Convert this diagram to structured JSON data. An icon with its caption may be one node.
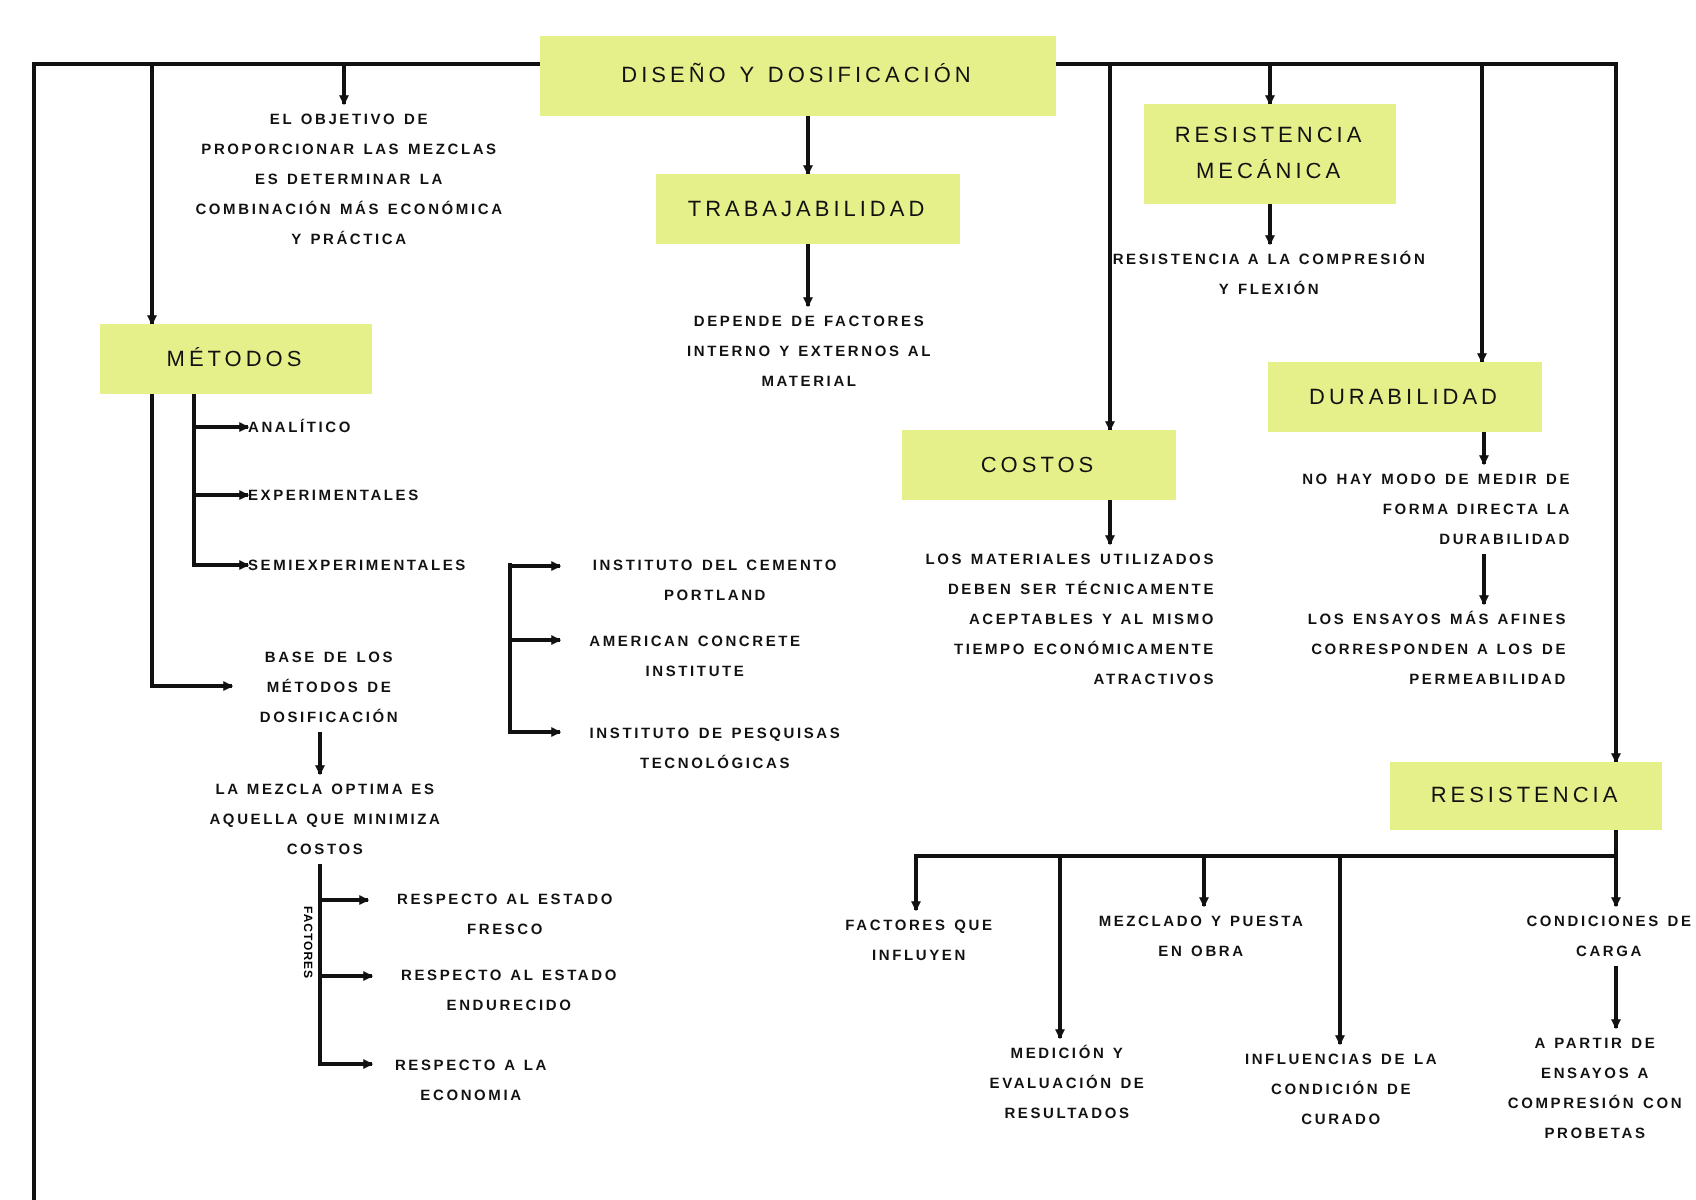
{
  "diagram": {
    "nodes": [
      {
        "text": [
          "DISEÑO Y DOSIFICACIÓN"
        ]
      },
      {
        "text": [
          "EL OBJETIVO DE PROPORCIONAR LAS MEZCLAS ES DETERMINAR LA COMBINACIÓN MÁS ECONÓMICA Y PRÁCTICA"
        ]
      },
      {
        "text": [
          "MÉTODOS"
        ]
      },
      {
        "text": [
          "TRABAJABILIDAD"
        ]
      },
      {
        "text": [
          "DEPENDE DE FACTORES INTERNO Y EXTERNOS AL MATERIAL"
        ]
      },
      {
        "text": [
          "RESISTENCIA MECÁNICA"
        ]
      },
      {
        "text": [
          "RESISTENCIA A LA COMPRESIÓN Y FLEXIÓN"
        ]
      },
      {
        "text": [
          "DURABILIDAD"
        ]
      },
      {
        "text": [
          "COSTOS"
        ]
      },
      {
        "text": [
          "NO HAY MODO DE MEDIR DE FORMA DIRECTA LA DURABILIDAD"
        ]
      },
      {
        "text": [
          "LOS MATERIALES UTILIZADOS DEBEN SER TÉCNICAMENTE ACEPTABLES Y AL MISMO TIEMPO ECONÓMICAMENTE ATRACTIVOS"
        ]
      },
      {
        "text": [
          "LOS ENSAYOS MÁS AFINES CORRESPONDEN A LOS DE PERMEABILIDAD"
        ]
      },
      {
        "text": [
          "ANALÍTICO"
        ]
      },
      {
        "text": [
          "EXPERIMENTALES"
        ]
      },
      {
        "text": [
          "SEMIEXPERIMENTALES"
        ]
      },
      {
        "text": [
          "INSTITUTO DEL CEMENTO PORTLAND"
        ]
      },
      {
        "text": [
          "AMERICAN CONCRETE INSTITUTE"
        ]
      },
      {
        "text": [
          "INSTITUTO DE PESQUISAS TECNOLÓGICAS"
        ]
      },
      {
        "text": [
          "BASE DE LOS MÉTODOS DE DOSIFICACIÓN"
        ]
      },
      {
        "text": [
          "LA MEZCLA OPTIMA ES AQUELLA QUE MINIMIZA COSTOS"
        ]
      },
      {
        "text": [
          "RESPECTO AL ESTADO FRESCO"
        ]
      },
      {
        "text": [
          "RESPECTO AL ESTADO ENDURECIDO"
        ]
      },
      {
        "text": [
          "RESPECTO A LA ECONOMIA"
        ]
      },
      {
        "text": [
          "RESISTENCIA"
        ]
      },
      {
        "text": [
          "FACTORES QUE INFLUYEN"
        ]
      },
      {
        "text": [
          "MEDICIÓN Y EVALUACIÓN DE RESULTADOS"
        ]
      },
      {
        "text": [
          "MEZCLADO Y PUESTA EN OBRA"
        ]
      },
      {
        "text": [
          "INFLUENCIAS DE LA CONDICIÓN DE CURADO"
        ]
      },
      {
        "text": [
          "CONDICIONES DE CARGA"
        ]
      },
      {
        "text": [
          "A PARTIR DE ENSAYOS A COMPRESIÓN CON PROBETAS"
        ]
      }
    ],
    "edges": [
      {
        "from": 0,
        "to": 1,
        "arrow": "to"
      },
      {
        "from": 0,
        "to": 2,
        "arrow": "to"
      },
      {
        "from": 0,
        "to": null,
        "arrow": "none"
      },
      {
        "from": 0,
        "to": 3,
        "arrow": "to"
      },
      {
        "from": 0,
        "to": 8,
        "arrow": "to"
      },
      {
        "from": 0,
        "to": 5,
        "arrow": "to"
      },
      {
        "from": 0,
        "to": 7,
        "arrow": "to"
      },
      {
        "from": 0,
        "to": 23,
        "arrow": "to"
      },
      {
        "from": 3,
        "to": 4,
        "arrow": "to"
      },
      {
        "from": 5,
        "to": 6,
        "arrow": "to"
      },
      {
        "from": 7,
        "to": 9,
        "arrow": "to"
      },
      {
        "from": 9,
        "to": 11,
        "arrow": "to"
      },
      {
        "from": 8,
        "to": 10,
        "arrow": "to"
      },
      {
        "from": 2,
        "to": 12,
        "arrow": "to"
      },
      {
        "from": 2,
        "to": 13,
        "arrow": "to"
      },
      {
        "from": 2,
        "to": 14,
        "arrow": "to"
      },
      {
        "from": 2,
        "to": 18,
        "arrow": "to"
      },
      {
        "from": 14,
        "to": 15,
        "arrow": "to"
      },
      {
        "from": 14,
        "to": 16,
        "arrow": "to"
      },
      {
        "from": 14,
        "to": 17,
        "arrow": "to"
      },
      {
        "from": 18,
        "to": 19,
        "arrow": "to"
      },
      {
        "from": 19,
        "to": 20,
        "arrow": "to"
      },
      {
        "from": 19,
        "to": 21,
        "arrow": "to"
      },
      {
        "from": 19,
        "to": 22,
        "arrow": "to"
      },
      {
        "from": 23,
        "to": 24,
        "arrow": "to"
      },
      {
        "from": 23,
        "to": 25,
        "arrow": "to"
      },
      {
        "from": 23,
        "to": 26,
        "arrow": "to"
      },
      {
        "from": 23,
        "to": 27,
        "arrow": "to"
      },
      {
        "from": 23,
        "to": 28,
        "arrow": "to"
      },
      {
        "from": 28,
        "to": 29,
        "arrow": "to"
      }
    ],
    "labels": [
      "FACTORES"
    ]
  }
}
